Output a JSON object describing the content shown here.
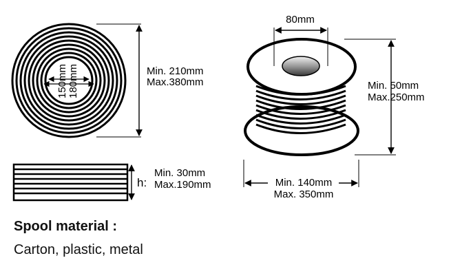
{
  "top_view": {
    "inner_dim_1": "150mm",
    "inner_dim_2": "180mm",
    "outer_min": "Min. 210mm",
    "outer_max": "Max.380mm"
  },
  "height_view": {
    "prefix": "h:",
    "min": "Min. 30mm",
    "max": "Max.190mm"
  },
  "spool_view": {
    "core": "80mm",
    "height_min": "Min. 50mm",
    "height_max": "Max.250mm",
    "width_min": "Min. 140mm",
    "width_max": "Max. 350mm"
  },
  "material": {
    "title": "Spool material :",
    "text": "Carton, plastic, metal"
  }
}
